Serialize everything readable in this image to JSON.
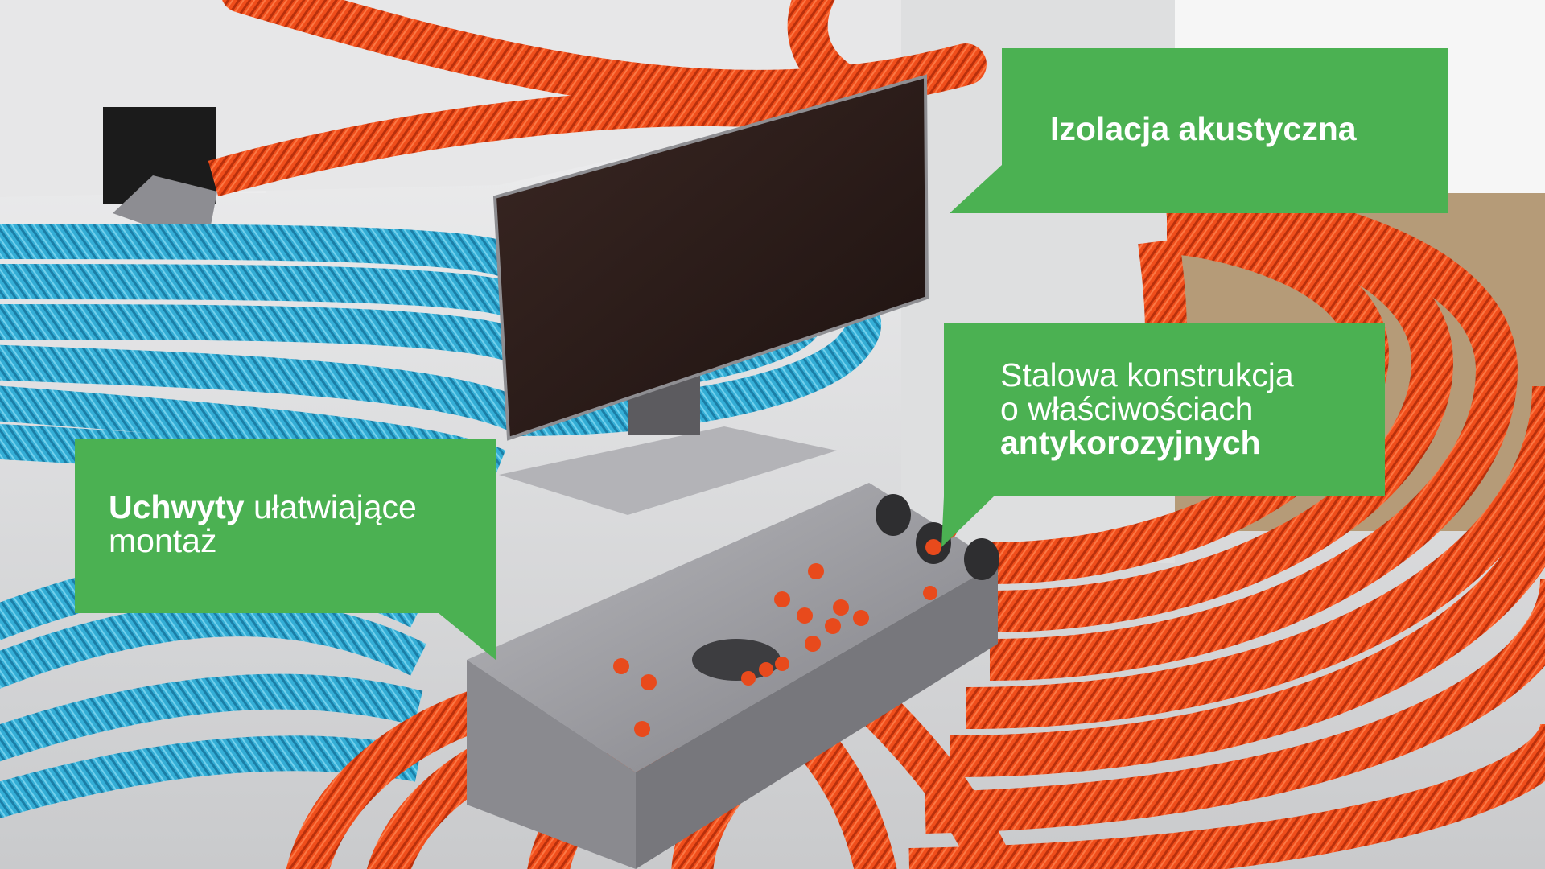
{
  "callouts": {
    "acoustic": {
      "text": "Izolacja akustyczna"
    },
    "steel": {
      "line1": "Stalowa konstrukcja",
      "line2": "o właściwościach",
      "line3": "antykorozyjnych"
    },
    "mounts": {
      "bold": "Uchwyty",
      "rest": " ułatwiające",
      "line2": "montaż"
    }
  },
  "colors": {
    "callout_green": "#4bb152",
    "duct_orange": "#f2541e",
    "duct_blue": "#3cb4d9",
    "panel_dark": "#2b1a16",
    "steel": "#a8a8ad"
  }
}
